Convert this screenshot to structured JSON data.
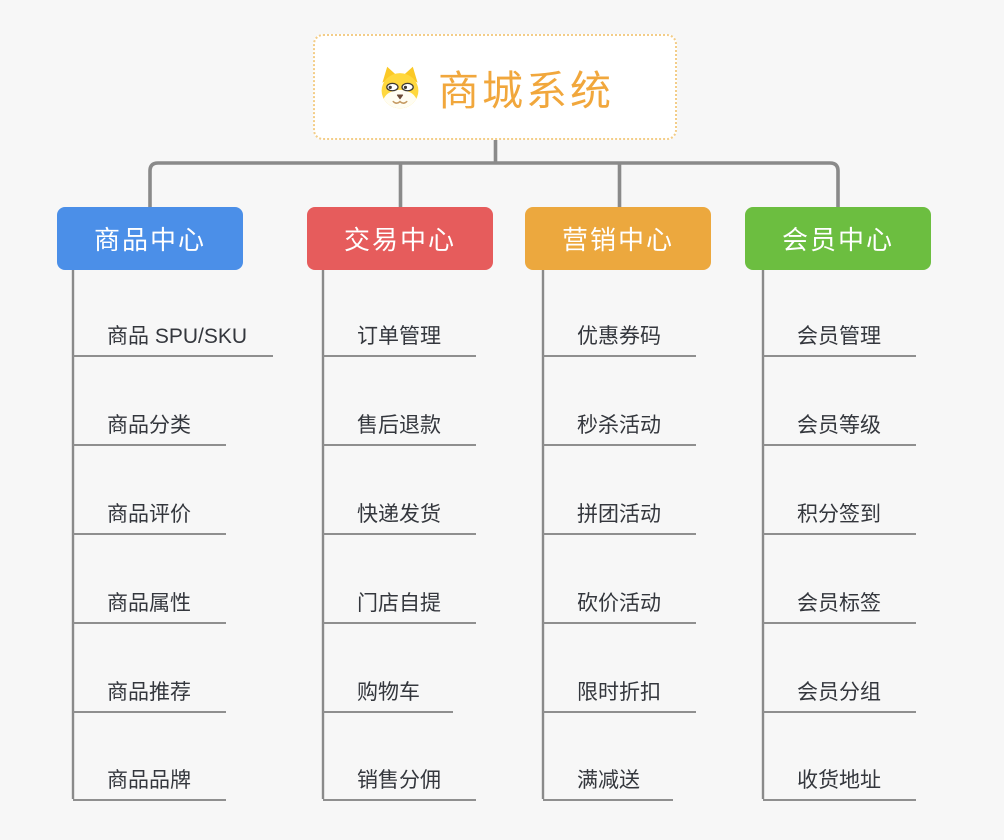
{
  "canvas": {
    "background": "#f7f7f7"
  },
  "root": {
    "label": "商城系统",
    "icon": "dog-face-icon",
    "text_color": "#f1a73c",
    "border_color": "#f3cd88"
  },
  "branches": [
    {
      "label": "商品中心",
      "color": "#4b8fe8",
      "children": [
        "商品 SPU/SKU",
        "商品分类",
        "商品评价",
        "商品属性",
        "商品推荐",
        "商品品牌"
      ]
    },
    {
      "label": "交易中心",
      "color": "#e65c5c",
      "children": [
        "订单管理",
        "售后退款",
        "快递发货",
        "门店自提",
        "购物车",
        "销售分佣"
      ]
    },
    {
      "label": "营销中心",
      "color": "#eca83e",
      "children": [
        "优惠券码",
        "秒杀活动",
        "拼团活动",
        "砍价活动",
        "限时折扣",
        "满减送"
      ]
    },
    {
      "label": "会员中心",
      "color": "#6cbe40",
      "children": [
        "会员管理",
        "会员等级",
        "积分签到",
        "会员标签",
        "会员分组",
        "收货地址"
      ]
    }
  ],
  "connectors": {
    "line_color": "#8a8a8a",
    "underline_color": "#8f8f8f"
  }
}
